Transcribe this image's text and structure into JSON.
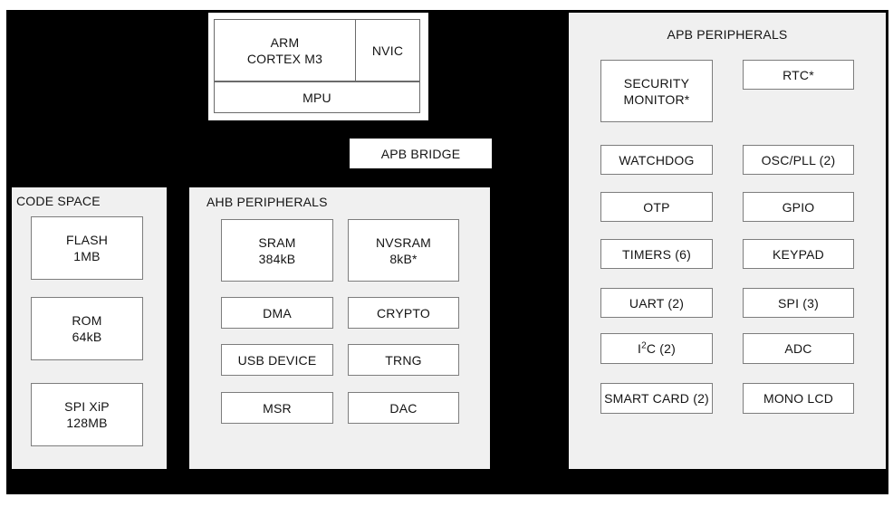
{
  "cpu_block": {
    "core": {
      "line1": "ARM",
      "line2": "CORTEX M3"
    },
    "nvic": "NVIC",
    "mpu": "MPU"
  },
  "apb_bridge": {
    "label": "APB BRIDGE"
  },
  "code_space": {
    "title": "CODE SPACE",
    "blocks": [
      {
        "label": "FLASH",
        "size": "1MB"
      },
      {
        "label": "ROM",
        "size": "64kB"
      },
      {
        "label": "SPI XiP",
        "size": "128MB"
      }
    ]
  },
  "ahb_peripherals": {
    "title": "AHB PERIPHERALS",
    "memory_blocks": [
      {
        "label": "SRAM",
        "size": "384kB"
      },
      {
        "label": "NVSRAM",
        "size": "8kB*"
      }
    ],
    "blocks": {
      "dma": "DMA",
      "crypto": "CRYPTO",
      "usb": "USB DEVICE",
      "trng": "TRNG",
      "msr": "MSR",
      "dac": "DAC"
    }
  },
  "apb_peripherals": {
    "title": "APB PERIPHERALS",
    "security_monitor": {
      "line1": "SECURITY",
      "line2": "MONITOR*"
    },
    "rtc": "RTC*",
    "watchdog": "WATCHDOG",
    "osc_pll": "OSC/PLL (2)",
    "otp": "OTP",
    "gpio": "GPIO",
    "timers": "TIMERS (6)",
    "keypad": "KEYPAD",
    "uart": "UART (2)",
    "spi": "SPI (3)",
    "i2c": {
      "pre": "I",
      "sup": "2",
      "post": "C (2)"
    },
    "adc": "ADC",
    "smart_card": "SMART CARD (2)",
    "mono_lcd": "MONO LCD"
  },
  "colors": {
    "background": "#ffffff",
    "chip_background": "#000000",
    "panel_background": "#f0f0f0",
    "block_fill": "#ffffff",
    "block_border": "#7d7d7d"
  }
}
